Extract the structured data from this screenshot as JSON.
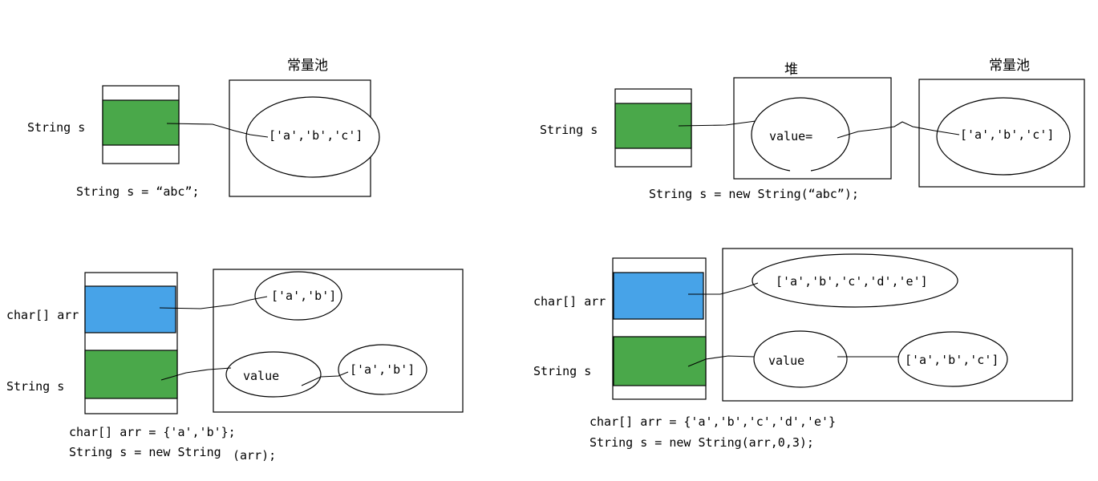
{
  "top_left": {
    "var_label": "String s",
    "pool_title": "常量池",
    "pool_value": "['a','b','c']",
    "code": "String s = “abc”;"
  },
  "top_right": {
    "var_label": "String s",
    "heap_title": "堆",
    "heap_value": "value=",
    "pool_title": "常量池",
    "pool_value": "['a','b','c']",
    "code": "String s = new String(“abc”);"
  },
  "bottom_left": {
    "arr_label": "char[] arr",
    "s_label": "String s",
    "arr_value": "['a','b']",
    "value_label": "value",
    "copy_value": "['a','b']",
    "code_line1": "char[] arr = {'a','b'};",
    "code_line2": "String s = new String",
    "code_line2_tail": "(arr);"
  },
  "bottom_right": {
    "arr_label": "char[] arr",
    "s_label": "String s",
    "arr_value": "['a','b','c','d','e']",
    "value_label": "value",
    "copy_value": "['a','b','c']",
    "code_line1": "char[] arr = {'a','b','c','d','e'}",
    "code_line2": "String s = new String(arr,0,3);"
  }
}
